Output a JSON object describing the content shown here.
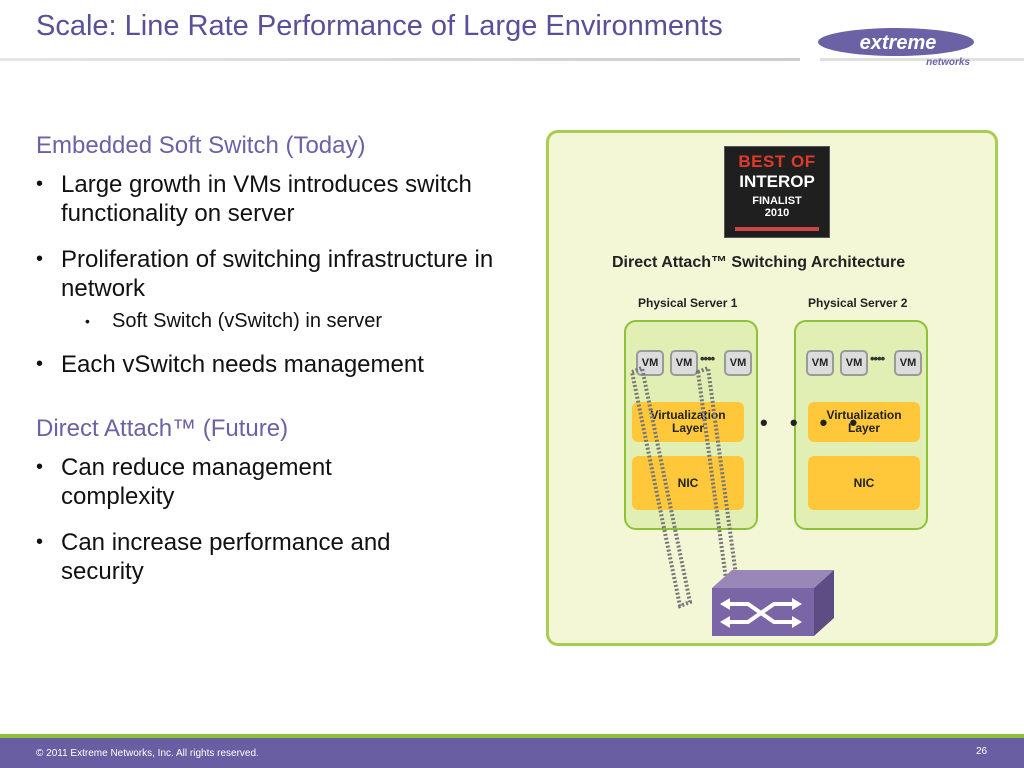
{
  "slide": {
    "title": "Scale: Line Rate Performance of Large Environments",
    "section1": {
      "heading": "Embedded Soft Switch (Today)",
      "bullet1": "Large growth in VMs introduces switch functionality on server",
      "bullet2": "Proliferation of switching infrastructure in network",
      "sub_bullet": "Soft Switch (vSwitch) in server",
      "bullet3": "Each vSwitch needs management"
    },
    "section2": {
      "heading": "Direct Attach™ (Future)",
      "bullet1": "Can reduce management complexity",
      "bullet2": "Can increase performance and security"
    }
  },
  "logo": {
    "brand": "extreme",
    "sub": "networks"
  },
  "badge": {
    "line1": "BEST OF",
    "line2": "INTEROP",
    "line3": "FINALIST",
    "line4": "2010"
  },
  "diagram": {
    "title": "Direct Attach™ Switching Architecture",
    "server1": "Physical Server 1",
    "server2": "Physical Server 2",
    "vm": "VM",
    "ellipsis": "••••",
    "virt_layer_line1": "Virtualization",
    "virt_layer_line2": "Layer",
    "nic": "NIC",
    "between": "• • • •"
  },
  "footer": {
    "copyright": "© 2011 Extreme Networks, Inc. All rights reserved.",
    "page": "26"
  },
  "colors": {
    "title": "#5a5098",
    "accent_green": "#8fc13a",
    "footer": "#6a5ea3",
    "layer": "#ffc83a"
  }
}
